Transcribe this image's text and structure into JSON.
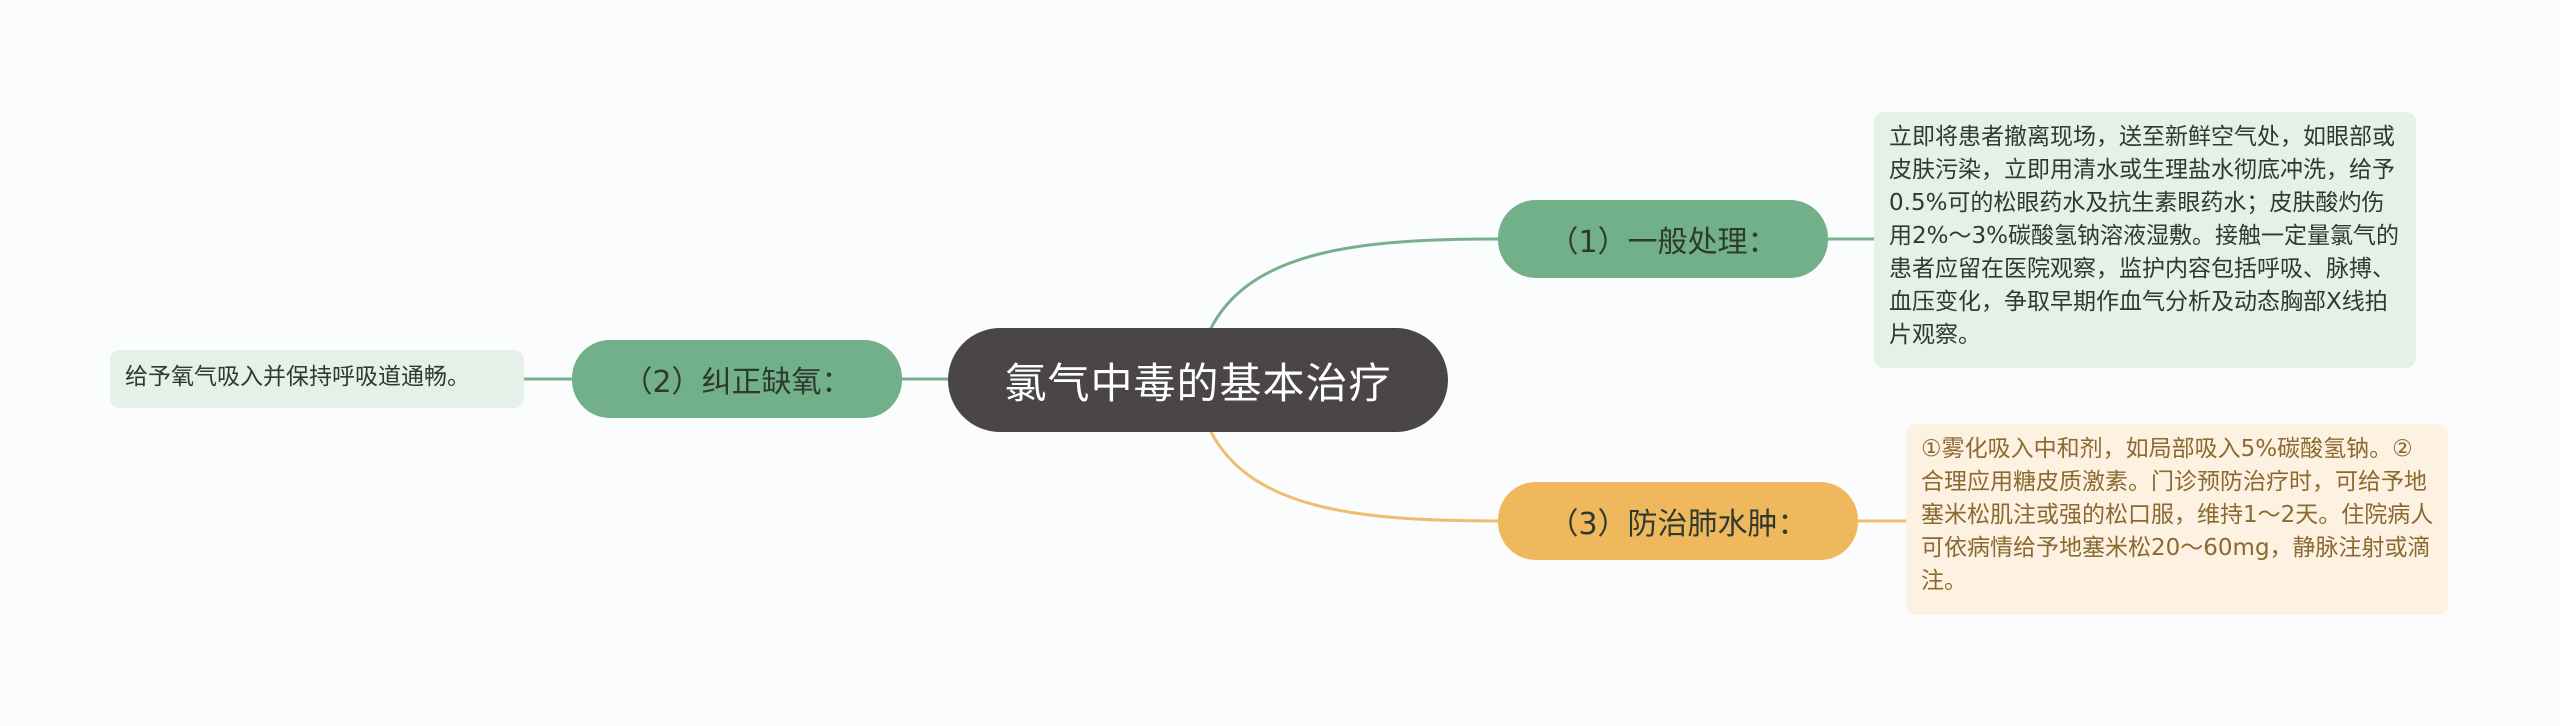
{
  "root": {
    "label": "氯气中毒的基本治疗"
  },
  "branches": [
    {
      "label": "（1）一般处理：",
      "note": "立即将患者撤离现场，送至新鲜空气处，如眼部或皮肤污染，立即用清水或生理盐水彻底冲洗，给予0.5%可的松眼药水及抗生素眼药水；皮肤酸灼伤用2%～3%碳酸氢钠溶液湿敷。接触一定量氯气的患者应留在医院观察，监护内容包括呼吸、脉搏、血压变化，争取早期作血气分析及动态胸部X线拍片观察。"
    },
    {
      "label": "（2）纠正缺氧：",
      "note": "给予氧气吸入并保持呼吸道通畅。"
    },
    {
      "label": "（3）防治肺水肿：",
      "note": "①雾化吸入中和剂，如局部吸入5%碳酸氢钠。②合理应用糖皮质激素。门诊预防治疗时，可给予地塞米松肌注或强的松口服，维持1～2天。住院病人可依病情给予地塞米松20～60mg，静脉注射或滴注。"
    }
  ],
  "colors": {
    "root": "#4b4646",
    "branch_green": "#72b089",
    "branch_orange": "#efb85c",
    "note_green_bg": "#e5f0e8",
    "note_orange_bg": "#fdf1e2",
    "link_green": "#79b08c",
    "link_orange": "#efbe6c"
  }
}
